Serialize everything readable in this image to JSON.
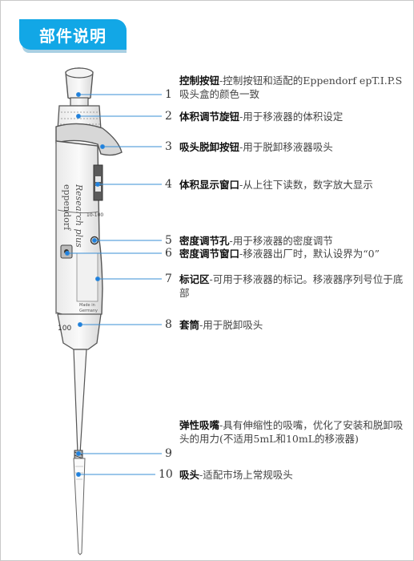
{
  "title": "部件说明",
  "brand_lines": [
    "eppendorf",
    "Research plus"
  ],
  "body_marks": [
    "10-100",
    "100",
    "Made in",
    "Germany"
  ],
  "items": [
    {
      "num": "1",
      "name": "控制按钮",
      "desc": "控制按钮和适配的Eppendorf epT.I.P.S吸头盒的颜色一致"
    },
    {
      "num": "2",
      "name": "体积调节旋钮",
      "desc": "用于移液器的体积设定"
    },
    {
      "num": "3",
      "name": "吸头脱卸按钮",
      "desc": "用于脱卸移液器吸头"
    },
    {
      "num": "4",
      "name": "体积显示窗口",
      "desc": "从上往下读数，数字放大显示"
    },
    {
      "num": "5",
      "name": "密度调节孔",
      "desc": "用于移液器的密度调节"
    },
    {
      "num": "6",
      "name": "密度调节窗口",
      "desc": "移液器出厂时，默认设界为“0”"
    },
    {
      "num": "7",
      "name": "标记区",
      "desc": "可用于移液器的标记。移液器序列号位于底部"
    },
    {
      "num": "8",
      "name": "套筒",
      "desc": "用于脱卸吸头"
    },
    {
      "num": "9",
      "name": "弹性吸嘴",
      "desc": "具有伸缩性的吸嘴，优化了安装和脱卸吸头的用力(不适用5mL和10mL的移液器)"
    },
    {
      "num": "10",
      "name": "吸头",
      "desc": "适配市场上常规吸头"
    }
  ],
  "colors": {
    "accent": "#12a7e6",
    "leader": "#3a8fd6",
    "dot": "#1e7fe0"
  }
}
